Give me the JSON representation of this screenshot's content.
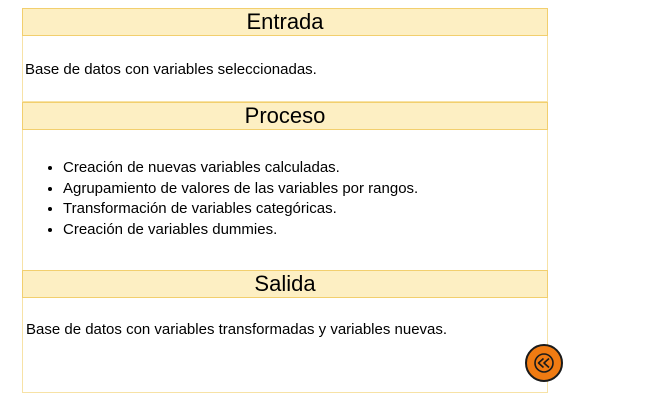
{
  "sections": [
    {
      "title": "Entrada",
      "text": "Base de datos con variables seleccionadas."
    },
    {
      "title": "Proceso",
      "items": [
        "Creación de nuevas variables calculadas.",
        "Agrupamiento de valores de las variables por rangos.",
        "Transformación de variables categóricas.",
        "Creación de variables dummies."
      ]
    },
    {
      "title": "Salida",
      "text": "Base de datos con variables transformadas y variables nuevas."
    }
  ],
  "nav_button": {
    "icon": "rewind-icon",
    "color": "#f07b12"
  }
}
